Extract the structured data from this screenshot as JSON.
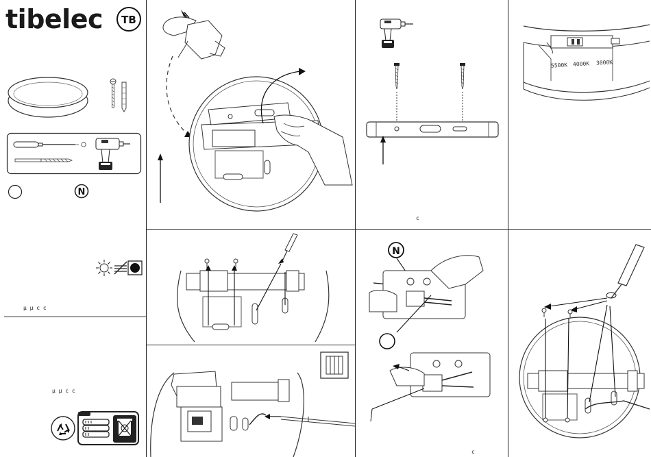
{
  "brand": {
    "name": "tibelec",
    "logo_text": "TB"
  },
  "labels": {
    "neutral": "N"
  },
  "kelvin": [
    "5500K",
    "4000K",
    "3000K"
  ],
  "notes": {
    "panel1_line1": "μ  μ          c                    c",
    "panel1_line2": "μ  μ                              c   c",
    "drill_note": "c",
    "bottom_note": "c"
  },
  "icons": [
    "light-bulb-icon",
    "no-cover-icon",
    "solid-square-icon",
    "recycle-icon",
    "battery-stack-icon",
    "bin-icon",
    "neutral-n-icon",
    "screwdriver-icon",
    "drill-icon",
    "wall-plug-icon",
    "screw-icon",
    "junction-box-icon"
  ]
}
